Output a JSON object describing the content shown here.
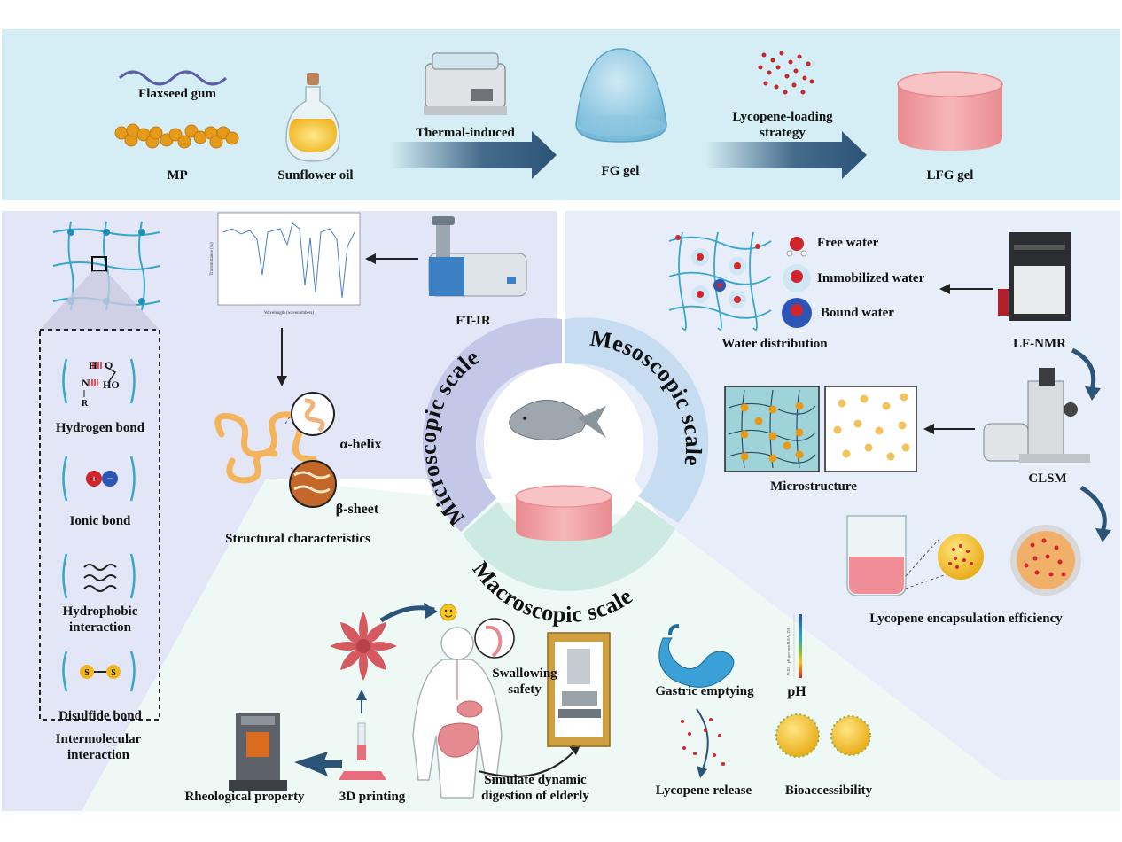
{
  "top": {
    "flaxseed_gum": "Flaxseed gum",
    "mp": "MP",
    "sunflower_oil": "Sunflower oil",
    "thermal_induced": "Thermal-induced",
    "fg_gel": "FG gel",
    "lycopene_loading": "Lycopene-loading",
    "strategy": "strategy",
    "lfg_gel": "LFG gel"
  },
  "micro": {
    "scale_title": "Microscopic scale",
    "ftir": "FT-IR",
    "ftir_xlabel": "Wavelength (wavenumbers)",
    "ftir_ylabel": "Transmittance (%)",
    "alpha_helix": "α-helix",
    "beta_sheet": "β-sheet",
    "structural": "Structural characteristics",
    "hydrogen_bond": "Hydrogen bond",
    "ionic_bond": "Ionic bond",
    "hydrophobic_1": "Hydrophobic",
    "hydrophobic_2": "interaction",
    "disulfide_bond": "Disulfide bond",
    "intermolecular_1": "Intermolecular",
    "intermolecular_2": "interaction",
    "atom_h": "H",
    "atom_n": "N",
    "atom_o": "O",
    "atom_ho": "HO",
    "atom_r": "R",
    "atom_s": "S",
    "ion_plus": "+",
    "ion_minus": "−"
  },
  "meso": {
    "scale_title": "Mesoscopic scale",
    "free_water": "Free water",
    "immobilized_water": "Immobilized water",
    "bound_water": "Bound water",
    "water_distribution": "Water distribution",
    "lf_nmr": "LF-NMR",
    "microstructure": "Microstructure",
    "clsm": "CLSM",
    "encapsulation": "Lycopene encapsulation efficiency"
  },
  "macro": {
    "scale_title": "Macroscopic scale",
    "rheological": "Rheological property",
    "printing": "3D printing",
    "swallowing_1": "Swallowing",
    "swallowing_2": "safety",
    "simulate_1": "Simulate dynamic",
    "simulate_2": "digestion of elderly",
    "gastric": "Gastric emptying",
    "ph": "pH",
    "ph_scale_top": "ALKALINE",
    "ph_scale_mid": "pH spectrum",
    "ph_scale_bottom": "ACID",
    "release": "Lycopene release",
    "bioaccessibility": "Bioaccessibility"
  },
  "colors": {
    "top_panel": "#d5eef6",
    "micro_panel": "#e3e6f7",
    "meso_panel": "#e8eef9",
    "macro_panel": "#eef8f5",
    "arrow_dark": "#2c5478",
    "gel_pink": "#f2a3a6",
    "network_blue": "#36a7cc",
    "lycopene_red": "#c0282d",
    "mp_orange": "#e59a1a"
  },
  "icons": [
    "wave-icon",
    "mp-chain-icon",
    "oil-bottle-icon",
    "water-bath-icon",
    "fg-gel-dome-icon",
    "lycopene-dots-icon",
    "lfg-gel-cylinder-icon",
    "ftir-instrument-icon",
    "ftir-spectrum-icon",
    "protein-coil-icon",
    "fish-icon",
    "lf-nmr-instrument-icon",
    "clsm-microscope-icon",
    "beaker-icon",
    "stomach-icon",
    "ph-scale-icon",
    "human-body-icon",
    "rheometer-icon",
    "flower-print-icon",
    "digestion-device-icon",
    "smiley-icon"
  ]
}
